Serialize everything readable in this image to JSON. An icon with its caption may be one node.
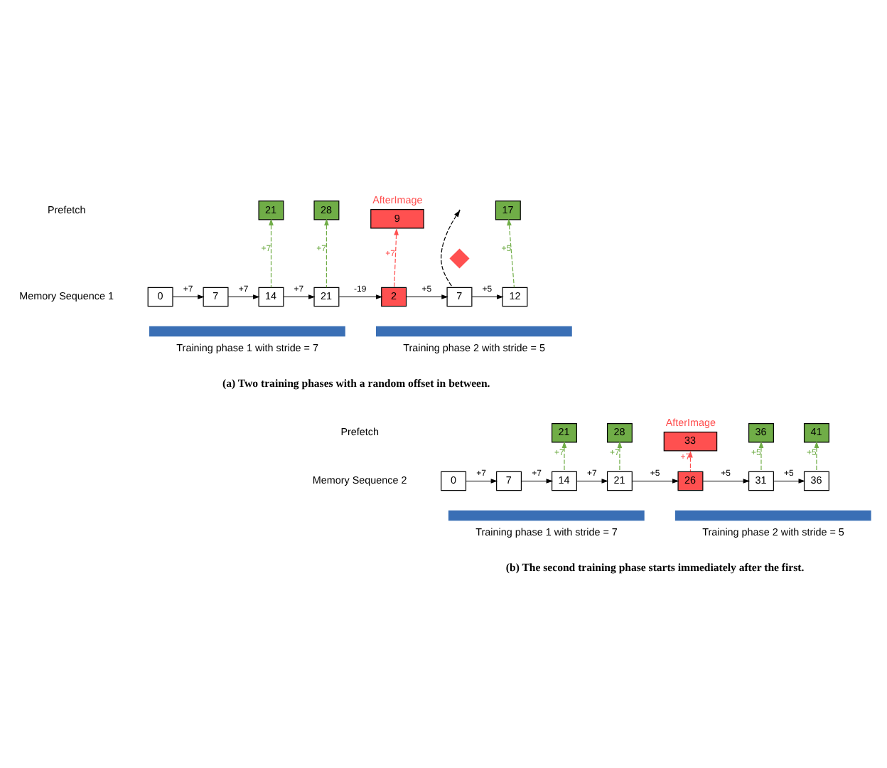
{
  "diagram": {
    "nodes": [
      {
        "text": [
          "21"
        ]
      },
      {
        "text": [
          "28"
        ]
      },
      {
        "text": [
          "9"
        ],
        "beside": [
          "AfterImage"
        ]
      },
      {
        "text": [
          "17"
        ]
      },
      {
        "text": [],
        "shape": "cross"
      },
      {
        "text": [
          "0"
        ]
      },
      {
        "text": [
          "7"
        ]
      },
      {
        "text": [
          "14"
        ]
      },
      {
        "text": [
          "21"
        ]
      },
      {
        "text": [
          "2"
        ]
      },
      {
        "text": [
          "7"
        ]
      },
      {
        "text": [
          "12"
        ]
      },
      {
        "text": [
          "21"
        ]
      },
      {
        "text": [
          "28"
        ]
      },
      {
        "text": [
          "33"
        ],
        "beside": [
          "AfterImage"
        ]
      },
      {
        "text": [
          "36"
        ]
      },
      {
        "text": [
          "41"
        ]
      },
      {
        "text": [
          "0"
        ]
      },
      {
        "text": [
          "7"
        ]
      },
      {
        "text": [
          "14"
        ]
      },
      {
        "text": [
          "21"
        ]
      },
      {
        "text": [
          "26"
        ]
      },
      {
        "text": [
          "31"
        ]
      },
      {
        "text": [
          "36"
        ]
      }
    ],
    "edges": [
      {
        "from": 5,
        "to": 6,
        "arrow": "to",
        "label": "+7"
      },
      {
        "from": 6,
        "to": 7,
        "arrow": "to",
        "label": "+7"
      },
      {
        "from": 7,
        "to": 8,
        "arrow": "to",
        "label": "+7"
      },
      {
        "from": 8,
        "to": 9,
        "arrow": "to",
        "label": "-19"
      },
      {
        "from": 9,
        "to": 10,
        "arrow": "to",
        "label": "+5"
      },
      {
        "from": 10,
        "to": 11,
        "arrow": "to",
        "label": "+5"
      },
      {
        "from": 7,
        "to": 0,
        "arrow": "to",
        "label": "+7",
        "style": "dashed",
        "color": "#70ad47"
      },
      {
        "from": 8,
        "to": 1,
        "arrow": "to",
        "label": "+7",
        "style": "dashed",
        "color": "#70ad47"
      },
      {
        "from": 9,
        "to": 2,
        "arrow": "to",
        "label": "+7",
        "style": "dashed",
        "color": "#ff5050"
      },
      {
        "from": 10,
        "to": null,
        "arrow": "to",
        "style": "dashed"
      },
      {
        "from": 11,
        "to": 3,
        "arrow": "to",
        "label": "+5",
        "style": "dashed",
        "color": "#70ad47"
      },
      {
        "from": 17,
        "to": 18,
        "arrow": "to",
        "label": "+7"
      },
      {
        "from": 18,
        "to": 19,
        "arrow": "to",
        "label": "+7"
      },
      {
        "from": 19,
        "to": 20,
        "arrow": "to",
        "label": "+7"
      },
      {
        "from": 20,
        "to": 21,
        "arrow": "to",
        "label": "+5"
      },
      {
        "from": 21,
        "to": 22,
        "arrow": "to",
        "label": "+5"
      },
      {
        "from": 22,
        "to": 23,
        "arrow": "to",
        "label": "+5"
      },
      {
        "from": 19,
        "to": 12,
        "arrow": "to",
        "label": "+7",
        "style": "dashed",
        "color": "#70ad47"
      },
      {
        "from": 20,
        "to": 13,
        "arrow": "to",
        "label": "+7",
        "style": "dashed",
        "color": "#70ad47"
      },
      {
        "from": 21,
        "to": 14,
        "arrow": "to",
        "label": "+7",
        "style": "dashed",
        "color": "#ff5050"
      },
      {
        "from": 22,
        "to": 15,
        "arrow": "to",
        "label": "+5",
        "style": "dashed",
        "color": "#70ad47"
      },
      {
        "from": 23,
        "to": 16,
        "arrow": "to",
        "label": "+5",
        "style": "dashed",
        "color": "#70ad47"
      }
    ],
    "labels": [
      "Prefetch",
      "Memory Sequence 1",
      "Training phase 1 with stride = 7",
      "Training phase 2 with stride = 5",
      "(a) Two training phases with a random offset in between.",
      "Prefetch",
      "Memory Sequence 2",
      "Training phase 1 with stride = 7",
      "Training phase 2 with stride = 5",
      "(b) The second training phase starts immediately after the first."
    ]
  }
}
